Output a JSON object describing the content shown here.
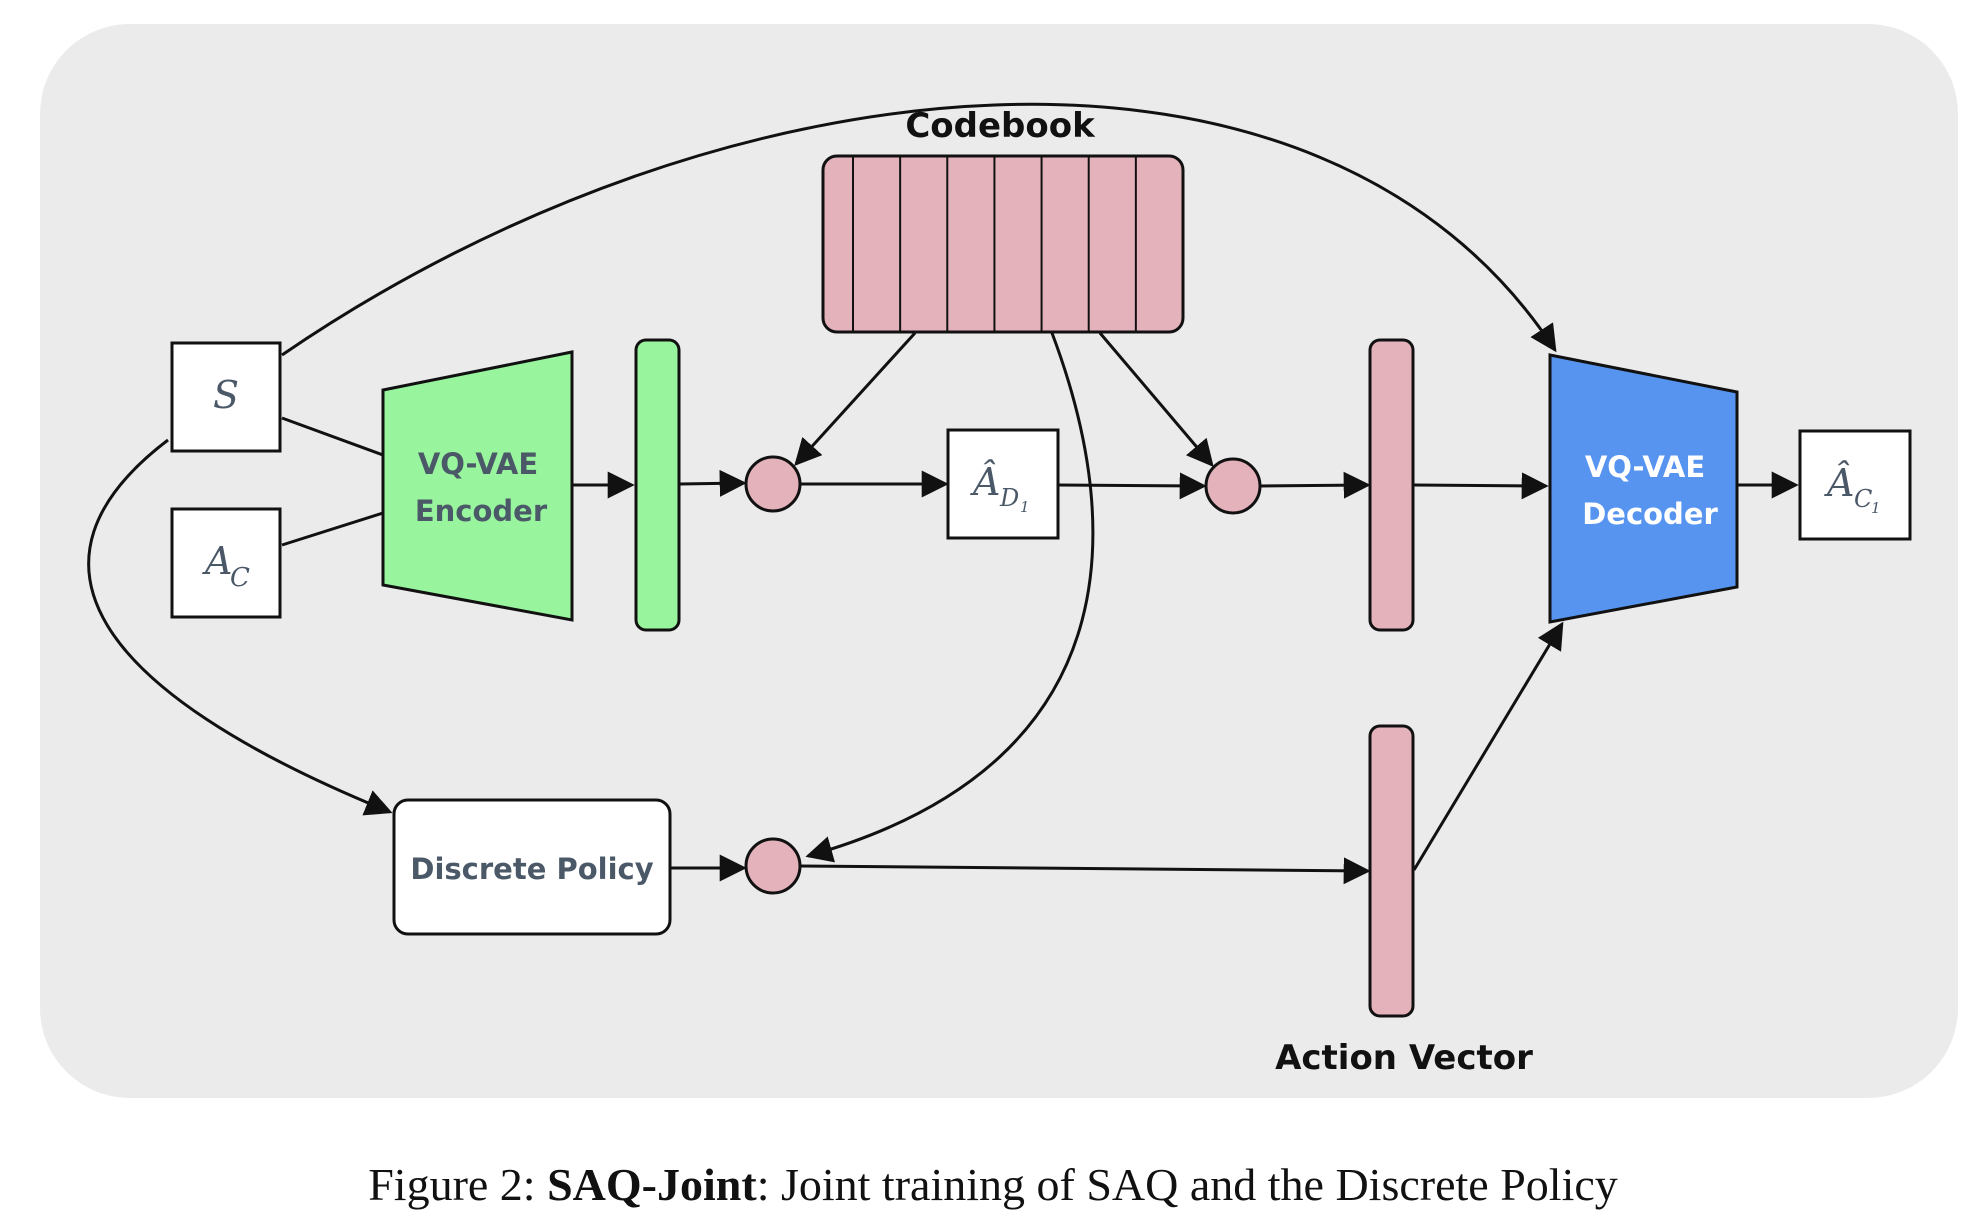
{
  "diagram": {
    "nodes": {
      "state": {
        "symbol": "S"
      },
      "action_continuous": {
        "symbol": "A",
        "subscript": "C"
      },
      "encoder": {
        "line1": "VQ-VAE",
        "line2": "Encoder"
      },
      "codebook": {
        "label": "Codebook",
        "entries": 7
      },
      "discrete_action": {
        "symbol": "Â",
        "subscript": "D",
        "sub_index": "1"
      },
      "decoder": {
        "line1": "VQ-VAE",
        "line2": "Decoder"
      },
      "reconstructed_action": {
        "symbol": "Â",
        "subscript": "C",
        "sub_index": "1"
      },
      "discrete_policy": {
        "label": "Discrete Policy"
      },
      "action_vector": {
        "label": "Action Vector"
      }
    },
    "colors": {
      "panel_background": "#ebebeb",
      "encoder_fill": "#98f59e",
      "encoder_text": "#4a5868",
      "decoder_fill": "#5794ef",
      "decoder_text": "#ffffff",
      "codebook_fill": "#e4b2bb",
      "node_fill": "#e4b2bb",
      "latent_green_fill": "#98f59e",
      "policy_text": "#4a5868",
      "stroke": "#111111"
    }
  },
  "caption": {
    "prefix": "Figure 2: ",
    "bold": "SAQ-Joint",
    "suffix": ": Joint training of SAQ and the Discrete Policy"
  }
}
